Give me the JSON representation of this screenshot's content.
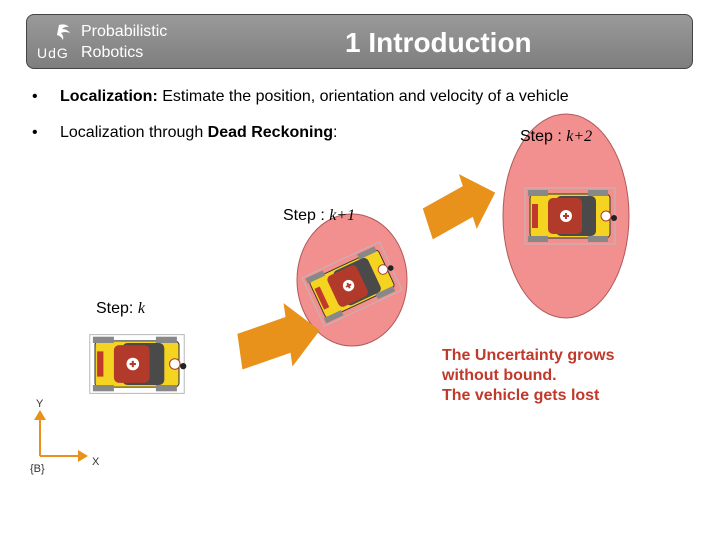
{
  "header": {
    "logo_text": "UdG",
    "brand_line1": "Probabilistic",
    "brand_line2": "Robotics",
    "title": "1 Introduction"
  },
  "bullets": [
    {
      "marker": "•",
      "bold": "Localization:",
      "rest": " Estimate the position, orientation and velocity of a vehicle"
    },
    {
      "marker": "•",
      "prefix": "Localization through ",
      "bold": "Dead Reckoning",
      "suffix": ":"
    }
  ],
  "steps": {
    "step_k": {
      "label": "Step: ",
      "var": "k"
    },
    "step_k1": {
      "label": "Step : ",
      "var": "k+1"
    },
    "step_k2": {
      "label": "Step : ",
      "var": "k+2"
    }
  },
  "uncertainty": {
    "line1": "The Uncertainty grows",
    "line2": "without bound.",
    "line3": "The vehicle gets lost"
  },
  "axes": {
    "y_label": "Y",
    "x_label": "X",
    "frame_label": "{B}"
  },
  "colors": {
    "ellipse": "#f28f8f",
    "arrow": "#e8921c",
    "robot_body": "#f5d321",
    "robot_top": "#b23a2a",
    "uncertainty_text": "#c0392b",
    "header_bg": "#8a8a8a"
  }
}
